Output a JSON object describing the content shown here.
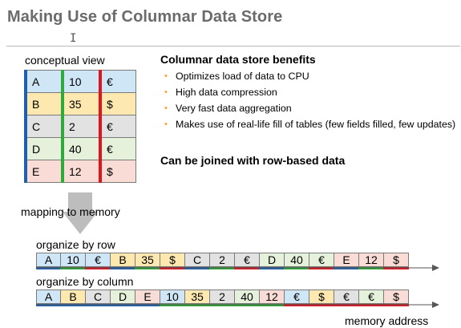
{
  "title": "Making Use of Columnar Data Store",
  "concept_label": "conceptual view",
  "concept_table": {
    "rows": [
      {
        "cells": [
          "A",
          "10",
          "€"
        ],
        "bg": "#cfe6f6"
      },
      {
        "cells": [
          "B",
          "35",
          "$"
        ],
        "bg": "#fde8b0"
      },
      {
        "cells": [
          "C",
          "2",
          "€"
        ],
        "bg": "#e2e2e2"
      },
      {
        "cells": [
          "D",
          "40",
          "€"
        ],
        "bg": "#e5f1da"
      },
      {
        "cells": [
          "E",
          "12",
          "$"
        ],
        "bg": "#f8dcd5"
      }
    ]
  },
  "column_colors": [
    "#1f5fae",
    "#2eaa3a",
    "#e0141e"
  ],
  "mapping_label": "mapping to memory",
  "benefits_title": "Columnar data store benefits",
  "benefits": [
    "Optimizes load of data to CPU",
    "High data compression",
    "Very fast data aggregation",
    "Makes use of real-life fill of tables (few fields filled, few updates)"
  ],
  "joined_text": "Can be joined with row-based data",
  "row_label": "organize by row",
  "col_label": "organize by column",
  "row_strip": [
    {
      "v": "A",
      "bg": "#cfe6f6",
      "bar": 0
    },
    {
      "v": "10",
      "bg": "#cfe6f6",
      "bar": 1
    },
    {
      "v": "€",
      "bg": "#cfe6f6",
      "bar": 2
    },
    {
      "v": "B",
      "bg": "#fde8b0",
      "bar": 0
    },
    {
      "v": "35",
      "bg": "#fde8b0",
      "bar": 1
    },
    {
      "v": "$",
      "bg": "#fde8b0",
      "bar": 2
    },
    {
      "v": "C",
      "bg": "#e2e2e2",
      "bar": 0
    },
    {
      "v": "2",
      "bg": "#e2e2e2",
      "bar": 1
    },
    {
      "v": "€",
      "bg": "#e2e2e2",
      "bar": 2
    },
    {
      "v": "D",
      "bg": "#e5f1da",
      "bar": 0
    },
    {
      "v": "40",
      "bg": "#e5f1da",
      "bar": 1
    },
    {
      "v": "€",
      "bg": "#e5f1da",
      "bar": 2
    },
    {
      "v": "E",
      "bg": "#f8dcd5",
      "bar": 0
    },
    {
      "v": "12",
      "bg": "#f8dcd5",
      "bar": 1
    },
    {
      "v": "$",
      "bg": "#f8dcd5",
      "bar": 2
    }
  ],
  "col_strip": [
    {
      "v": "A",
      "bg": "#cfe6f6",
      "bar": 0
    },
    {
      "v": "B",
      "bg": "#fde8b0",
      "bar": 0
    },
    {
      "v": "C",
      "bg": "#e2e2e2",
      "bar": 0
    },
    {
      "v": "D",
      "bg": "#e5f1da",
      "bar": 0
    },
    {
      "v": "E",
      "bg": "#f8dcd5",
      "bar": 0
    },
    {
      "v": "10",
      "bg": "#cfe6f6",
      "bar": 1
    },
    {
      "v": "35",
      "bg": "#fde8b0",
      "bar": 1
    },
    {
      "v": "2",
      "bg": "#e2e2e2",
      "bar": 1
    },
    {
      "v": "40",
      "bg": "#e5f1da",
      "bar": 1
    },
    {
      "v": "12",
      "bg": "#f8dcd5",
      "bar": 1
    },
    {
      "v": "€",
      "bg": "#cfe6f6",
      "bar": 2
    },
    {
      "v": "$",
      "bg": "#fde8b0",
      "bar": 2
    },
    {
      "v": "€",
      "bg": "#e2e2e2",
      "bar": 2
    },
    {
      "v": "€",
      "bg": "#e5f1da",
      "bar": 2
    },
    {
      "v": "$",
      "bg": "#f8dcd5",
      "bar": 2
    }
  ],
  "memory_label": "memory address",
  "accent_bullet_color": "#f0a030",
  "cursor_icon": "text-cursor-icon"
}
